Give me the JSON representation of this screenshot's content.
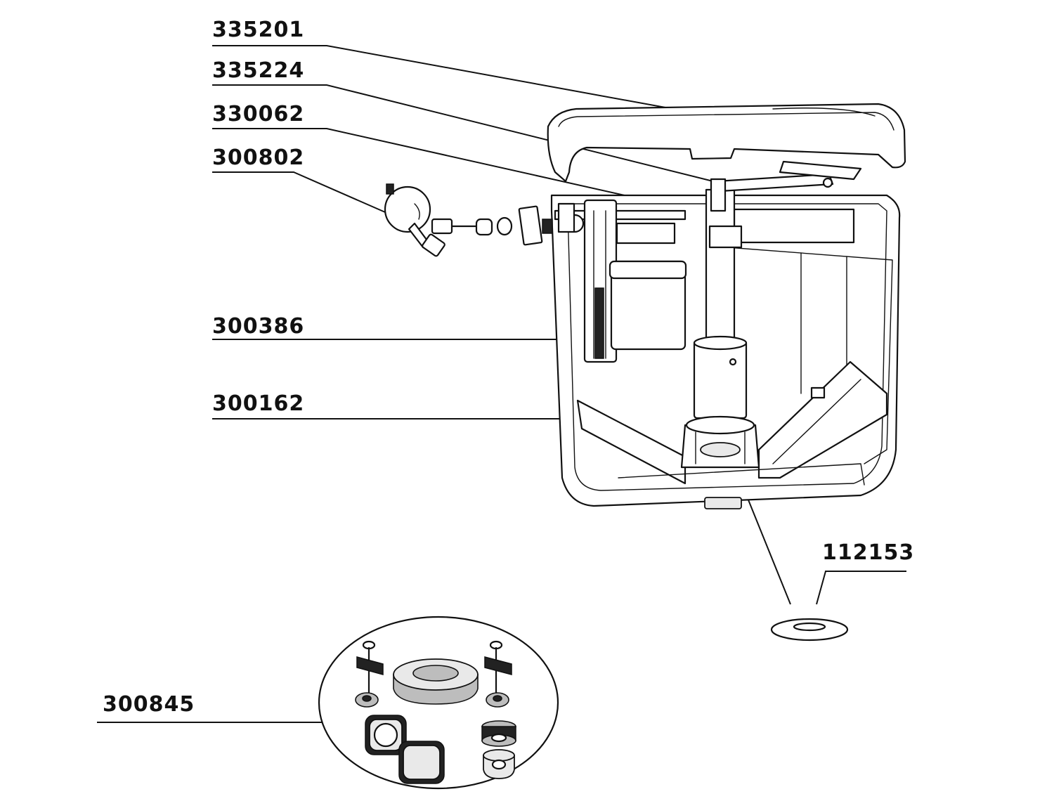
{
  "diagram": {
    "labels": {
      "lid": "335201",
      "lever": "335224",
      "flush_mechanism": "330062",
      "inlet_valve": "300802",
      "float": "300386",
      "flush_valve": "300162",
      "seal_washer": "112153",
      "fixing_kit": "300845"
    }
  }
}
